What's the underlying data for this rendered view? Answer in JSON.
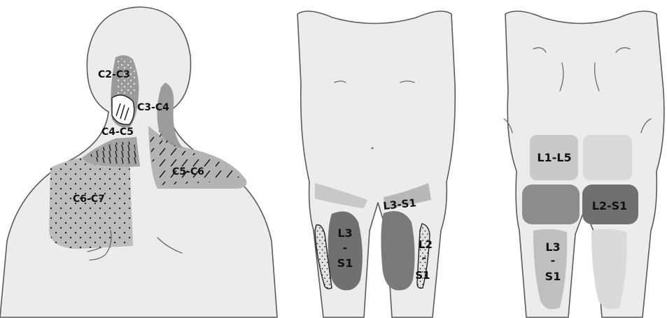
{
  "figures": {
    "neck_back": {
      "zones": [
        {
          "label": "C2-C3"
        },
        {
          "label": "C3-C4"
        },
        {
          "label": "C4-C5"
        },
        {
          "label": "C5-C6"
        },
        {
          "label": "C6-C7"
        }
      ]
    },
    "front_body": {
      "zones": [
        {
          "label": "L3-S1"
        },
        {
          "label_lines": [
            "L3",
            "-",
            "S1"
          ]
        },
        {
          "label_lines": [
            "L2",
            "-",
            "S1"
          ]
        }
      ]
    },
    "back_body": {
      "zones": [
        {
          "label": "L1-L5"
        },
        {
          "label": "L2-S1"
        },
        {
          "label_lines": [
            "L3",
            "-",
            "S1"
          ]
        }
      ]
    }
  },
  "colors": {
    "body_fill": "#ececec",
    "outline": "#5a5a5a",
    "zone_light": "#c6c6c6",
    "zone_mid": "#a8a8a8",
    "zone_dark": "#6f6f6f"
  }
}
